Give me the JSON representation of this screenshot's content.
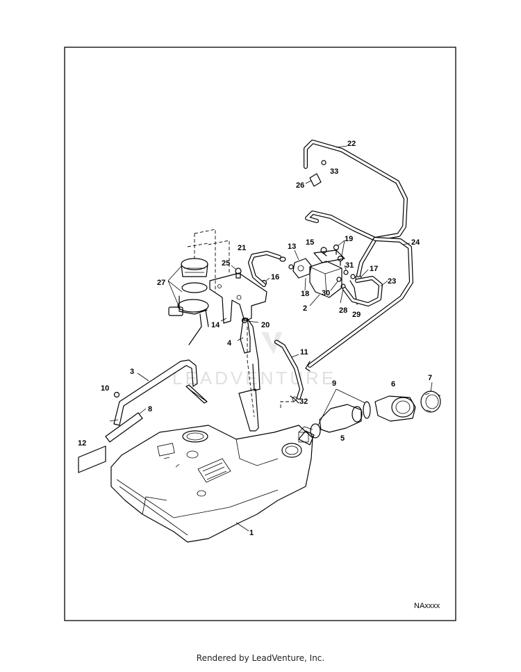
{
  "diagram": {
    "figure_id": "NAxxxx",
    "watermark": "LEADVENTURE",
    "callouts": [
      "1",
      "2",
      "3",
      "4",
      "5",
      "6",
      "7",
      "8",
      "9",
      "10",
      "11",
      "12",
      "13",
      "14",
      "15",
      "16",
      "17",
      "18",
      "19",
      "20",
      "21",
      "22",
      "23",
      "24",
      "25",
      "26",
      "27",
      "28",
      "29",
      "30",
      "31",
      "32",
      "33"
    ]
  },
  "footer": {
    "text": "Rendered by LeadVenture, Inc."
  }
}
